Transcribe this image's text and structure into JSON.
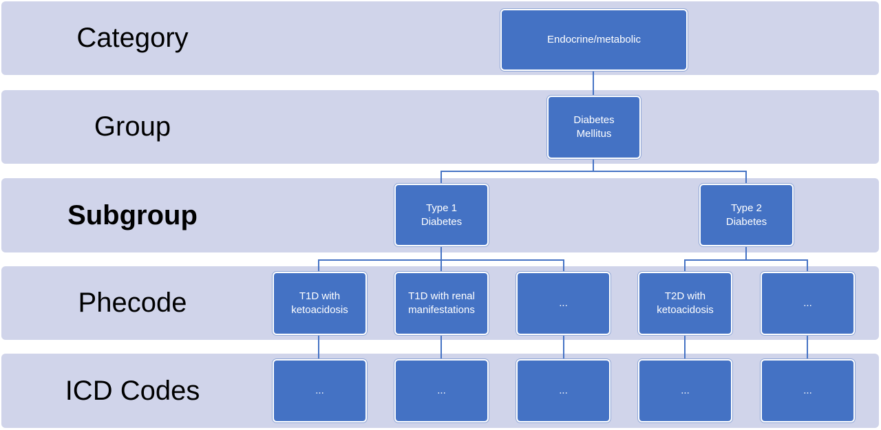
{
  "levels": [
    {
      "label": "Category",
      "bold": false
    },
    {
      "label": "Group",
      "bold": false
    },
    {
      "label": "Subgroup",
      "bold": true
    },
    {
      "label": "Phecode",
      "bold": false
    },
    {
      "label": "ICD Codes",
      "bold": false
    }
  ],
  "nodes": {
    "category": "Endocrine/metabolic",
    "group": "Diabetes\nMellitus",
    "subgroup_type1": "Type 1\nDiabetes",
    "subgroup_type2": "Type 2\nDiabetes",
    "phecode_t1d_ketoacidosis": "T1D with\nketoacidosis",
    "phecode_t1d_renal": "T1D with renal\nmanifestations",
    "phecode_t1d_more": "...",
    "phecode_t2d_ketoacidosis": "T2D with\nketoacidosis",
    "phecode_t2d_more": "...",
    "icd_1": "...",
    "icd_2": "...",
    "icd_3": "...",
    "icd_4": "...",
    "icd_5": "..."
  },
  "colors": {
    "band": "#d0d4ea",
    "node": "#4472c4",
    "connector": "#4472c4"
  }
}
